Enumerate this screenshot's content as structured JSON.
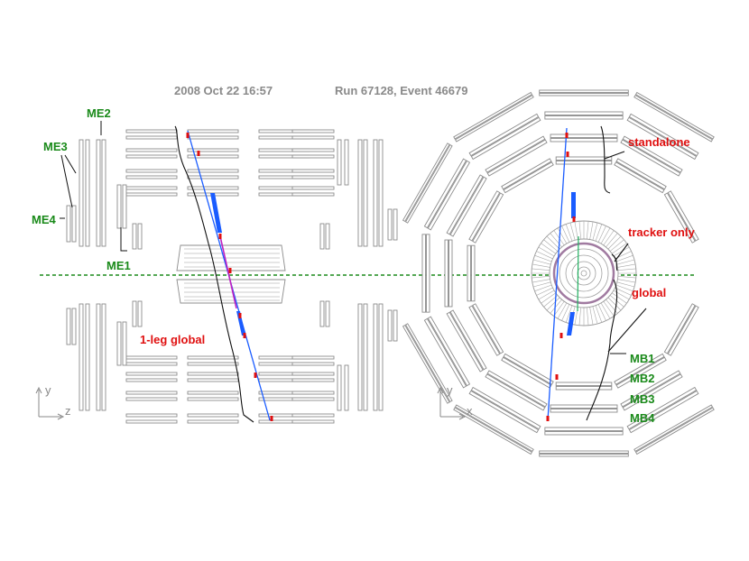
{
  "header": {
    "datetime": "2008 Oct 22 16:57",
    "run_event": "Run 67128,  Event 46679"
  },
  "side_view": {
    "endcap_labels": [
      "ME2",
      "ME3",
      "ME4",
      "ME1"
    ],
    "annotation": "1-leg global",
    "axis": {
      "vertical": "y",
      "horizontal": "z"
    }
  },
  "transverse_view": {
    "annotations": [
      "standalone",
      "tracker only",
      "global"
    ],
    "barrel_labels": [
      "MB1",
      "MB2",
      "MB3",
      "MB4"
    ],
    "axis": {
      "vertical": "y",
      "horizontal": "x"
    }
  },
  "colors": {
    "muon_labels": "#1a8a1a",
    "track_labels": "#e01010",
    "track": "#1a5cff",
    "hits": "#e01010",
    "midline": "#1a8a1a"
  }
}
